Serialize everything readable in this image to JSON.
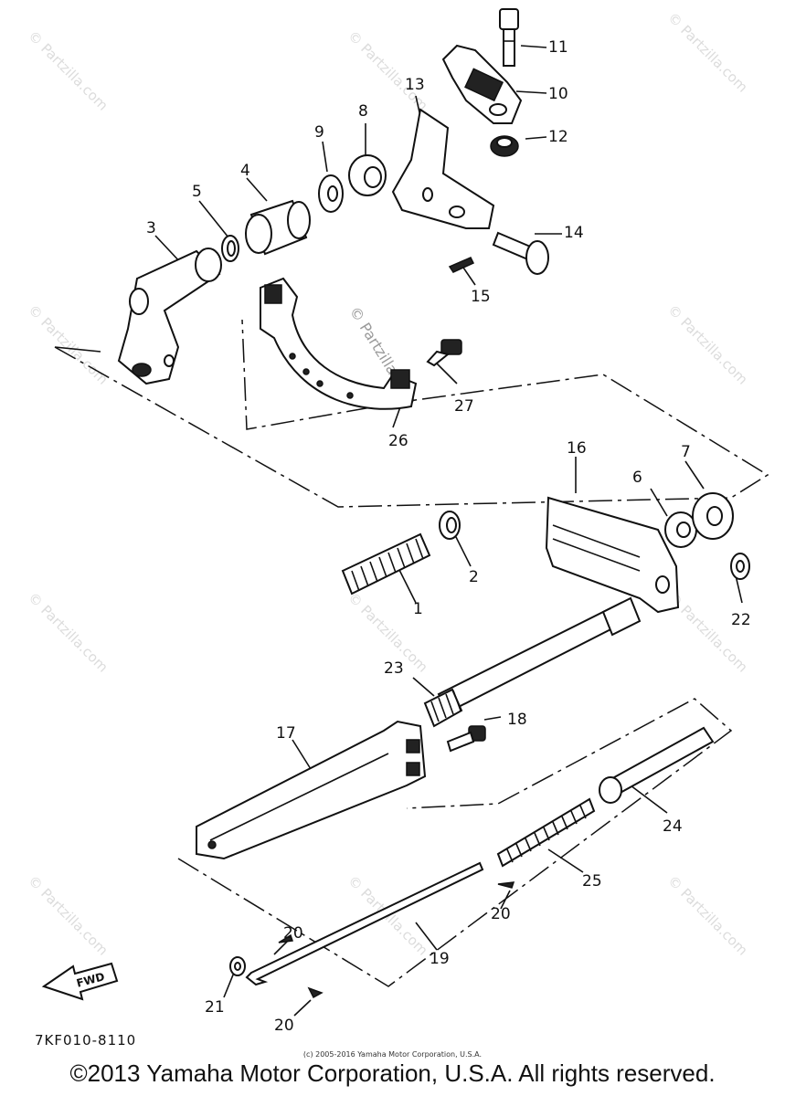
{
  "diagram": {
    "watermark": "© Partzilla.com",
    "part_labels": {
      "p1": "1",
      "p2": "2",
      "p3": "3",
      "p4": "4",
      "p5": "5",
      "p6": "6",
      "p7": "7",
      "p8": "8",
      "p9": "9",
      "p10": "10",
      "p11": "11",
      "p12": "12",
      "p13": "13",
      "p14": "14",
      "p15": "15",
      "p16": "16",
      "p17": "17",
      "p18": "18",
      "p20a": "20",
      "p20b": "20",
      "p20c": "20",
      "p19": "19",
      "p21": "21",
      "p22": "22",
      "p23": "23",
      "p24": "24",
      "p25": "25",
      "p26": "26",
      "p27": "27"
    },
    "fwd_label": "FWD",
    "code": "7KF010-8110",
    "small_copyright": "(c) 2005-2016 Yamaha Motor Corporation, U.S.A.",
    "copyright": "©2013 Yamaha Motor Corporation, U.S.A. All rights reserved."
  }
}
